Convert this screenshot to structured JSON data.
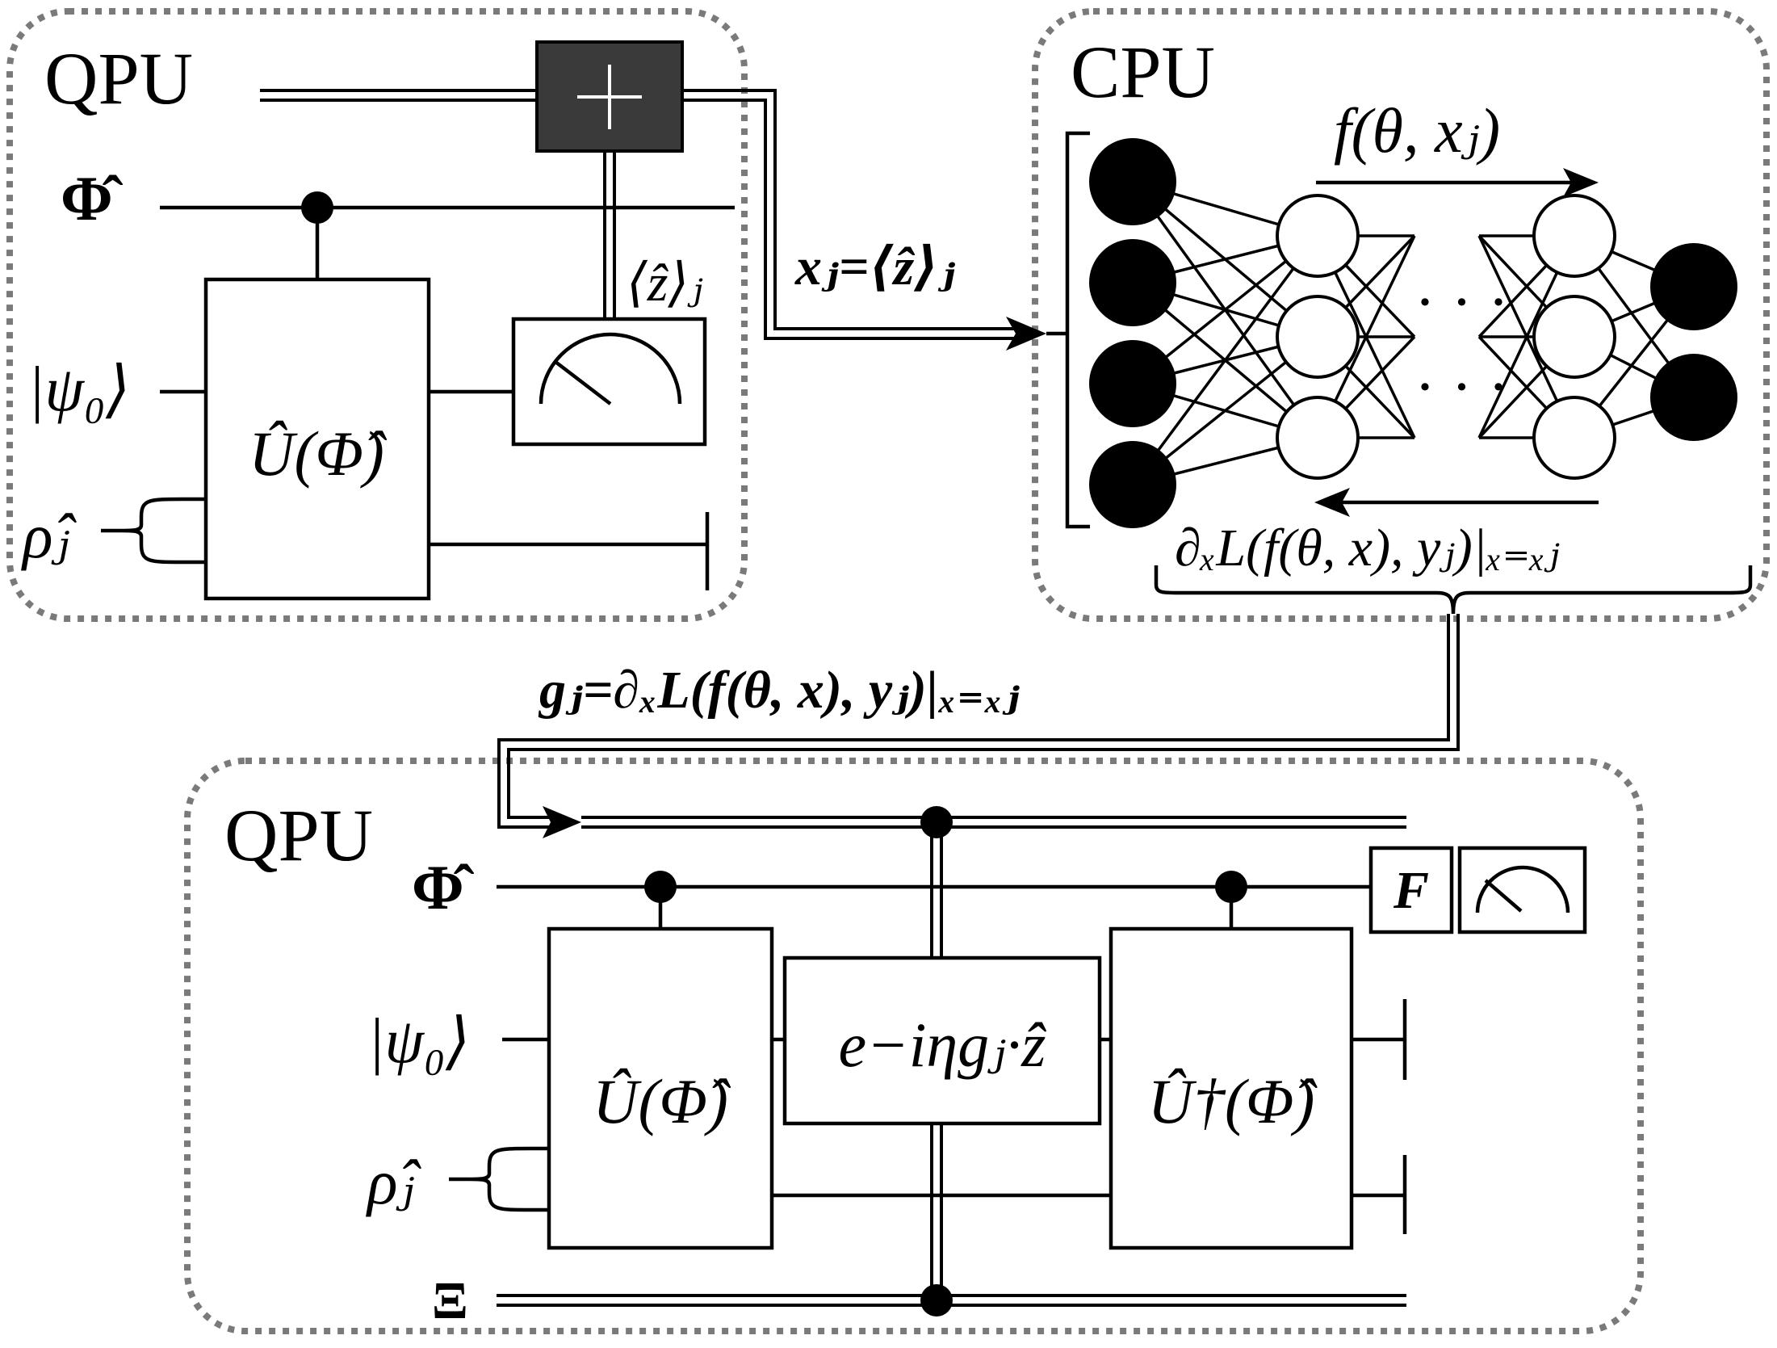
{
  "panels": {
    "top_qpu_title": "QPU",
    "cpu_title": "CPU",
    "bottom_qpu_title": "QPU"
  },
  "top_qpu": {
    "wire_phi_label": "Φ̂",
    "wire_psi_label": "|ψ₀⟩",
    "wire_rho_label": "ρ̂ⱼ",
    "unitary_gate": "Û(Φ̂)",
    "expectation_label": "⟨ẑ⟩ⱼ",
    "adder_symbol": "+"
  },
  "cpu": {
    "forward_label": "f(θ, xⱼ)",
    "backward_label": "∂ₓL(f(θ, x), yⱼ)|ₓ₌ₓⱼ",
    "ellipsis": "· · ·"
  },
  "links": {
    "to_cpu_label": "xⱼ=⟨ẑ⟩ⱼ",
    "to_bottom_label": "gⱼ=∂ₓL(f(θ, x), yⱼ)|ₓ₌ₓⱼ"
  },
  "bottom_qpu": {
    "wire_phi_label": "Φ̂",
    "wire_psi_label": "|ψ₀⟩",
    "wire_rho_label": "ρ̂ⱼ",
    "wire_xi_label": "Ξ",
    "unitary_gate": "Û(Φ̂)",
    "exp_gate": "e−iηgⱼ·ẑ",
    "inverse_gate": "Û†(Φ̂)",
    "f_gate": "F"
  },
  "colors": {
    "panel_border": "#7a7a7a",
    "adder_fill": "#3a3a3a",
    "node_black": "#000000",
    "node_white": "#ffffff"
  }
}
